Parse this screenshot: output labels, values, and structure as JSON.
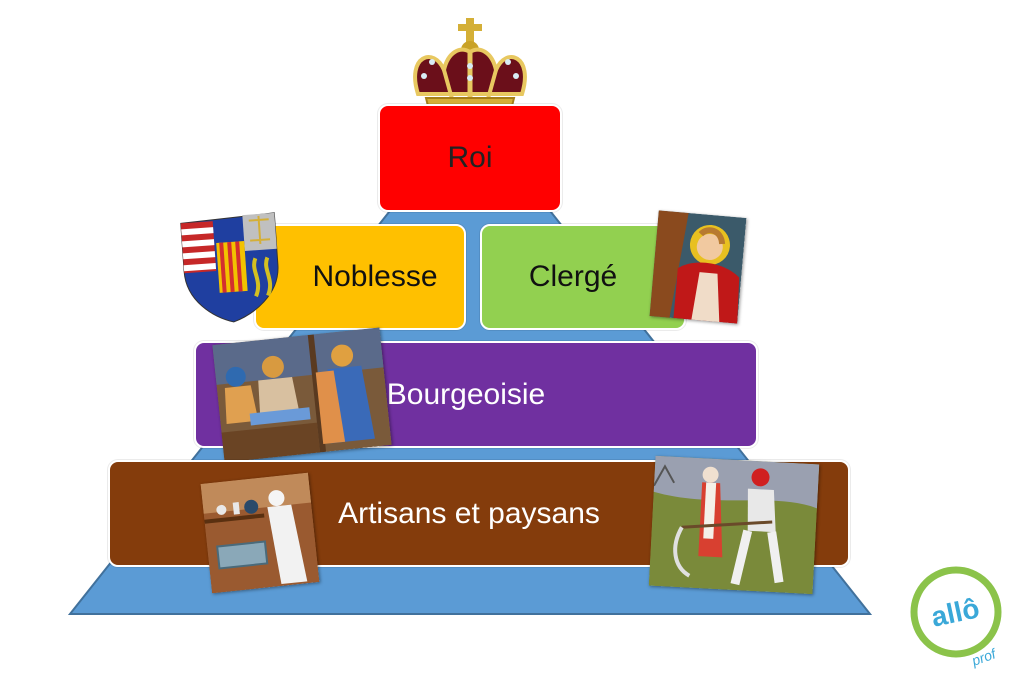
{
  "diagram": {
    "type": "social-pyramid",
    "colors": {
      "pyramid": "#5b9bd5",
      "roi": "#ff0000",
      "noblesse": "#ffc000",
      "clerge": "#92d050",
      "bourgeoisie": "#7030a0",
      "artisans": "#843c0c"
    },
    "levels": [
      {
        "label": "Roi",
        "image": "crown-icon"
      },
      {
        "label": "Noblesse",
        "image": "coat-of-arms-icon"
      },
      {
        "label": "Clergé",
        "image": "stained-glass-angel-image"
      },
      {
        "label": "Bourgeoisie",
        "image": "merchants-image"
      },
      {
        "label": "Artisans et paysans",
        "images": [
          "craftsman-image",
          "peasants-scything-image"
        ]
      }
    ]
  },
  "logo": {
    "main": "allô",
    "sub": "prof"
  }
}
